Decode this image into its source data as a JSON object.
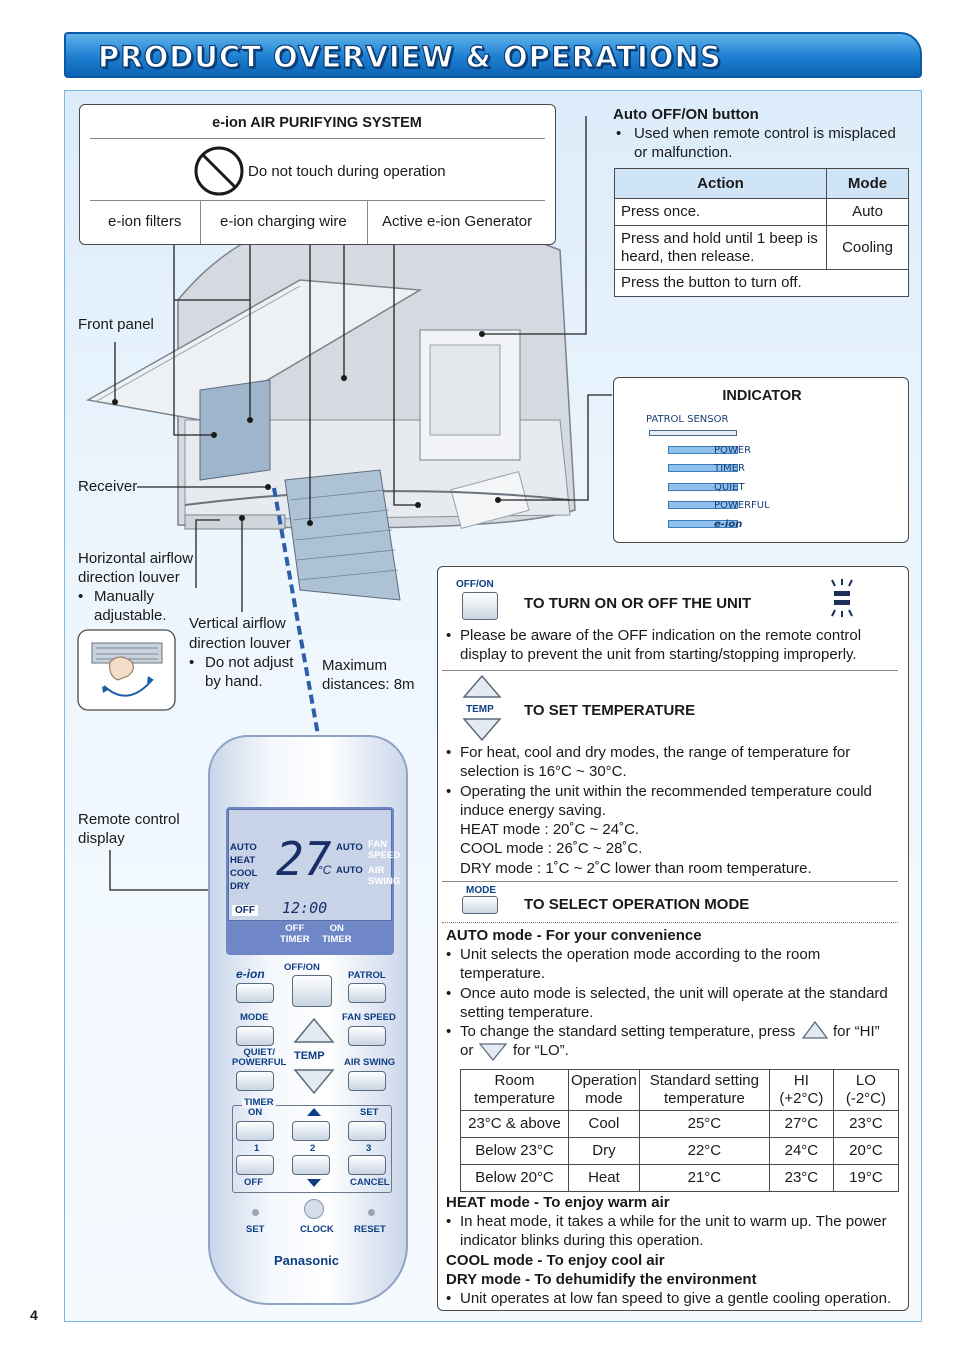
{
  "page": {
    "title": "PRODUCT OVERVIEW & OPERATIONS",
    "page_number": "4"
  },
  "eion_box": {
    "title": "e-ion AIR PURIFYING SYSTEM",
    "warning": "Do not touch during operation",
    "parts": [
      "e-ion filters",
      "e-ion charging wire",
      "Active e-ion Generator"
    ]
  },
  "labels": {
    "front_panel": "Front panel",
    "receiver": "Receiver",
    "h_louver_1": "Horizontal airflow",
    "h_louver_2": "direction louver",
    "h_louver_b1": "Manually",
    "h_louver_b2": "adjustable.",
    "v_louver_1": "Vertical airflow",
    "v_louver_2": "direction louver",
    "v_louver_b1": "Do not adjust",
    "v_louver_b2": "by hand.",
    "max_dist_1": "Maximum",
    "max_dist_2": "distances: 8m",
    "rc_display_1": "Remote control",
    "rc_display_2": "display"
  },
  "auto_button": {
    "title": "Auto OFF/ON button",
    "bullet_1": "Used when remote control is misplaced",
    "bullet_2": "or malfunction.",
    "headers": {
      "action": "Action",
      "mode": "Mode"
    },
    "rows": [
      {
        "action": "Press once.",
        "mode": "Auto"
      },
      {
        "action": "Press and hold until 1 beep is heard, then release.",
        "mode": "Cooling"
      },
      {
        "action": "Press the button to turn off.",
        "mode": ""
      }
    ]
  },
  "indicator": {
    "title": "INDICATOR",
    "patrol": "PATROL SENSOR",
    "items": [
      "POWER",
      "TIMER",
      "QUIET",
      "POWERFUL",
      "e-ion"
    ]
  },
  "remote": {
    "display_modes": [
      "AUTO",
      "HEAT",
      "COOL",
      "DRY"
    ],
    "temp": "27",
    "unit": "°C",
    "fan": [
      "FAN",
      "SPEED"
    ],
    "air": [
      "AIR",
      "SWING"
    ],
    "auto": "AUTO",
    "off": "OFF",
    "clock": "12:00",
    "off_timer": [
      "OFF",
      "TIMER"
    ],
    "on_timer": [
      "ON",
      "TIMER"
    ],
    "eion": "e-ion",
    "offon": "OFF/ON",
    "patrol": "PATROL",
    "mode": "MODE",
    "fan_speed": "FAN SPEED",
    "quiet": [
      "QUIET/",
      "POWERFUL"
    ],
    "temp_label": "TEMP",
    "air_swing": "AIR SWING",
    "timer": "TIMER",
    "on": "ON",
    "set": "SET",
    "n1": "1",
    "n2": "2",
    "n3": "3",
    "off_btn": "OFF",
    "cancel": "CANCEL",
    "set_b": "SET",
    "clock_b": "CLOCK",
    "reset": "RESET",
    "brand": "Panasonic"
  },
  "ops": {
    "onoff": {
      "button": "OFF/ON",
      "title": "TO TURN ON OR OFF THE UNIT",
      "bullets": [
        "Please be aware of the OFF indication on the remote control display to prevent the unit from starting/stopping improperly."
      ]
    },
    "temp": {
      "button": "TEMP",
      "title": "TO SET TEMPERATURE",
      "bullets": [
        "For heat, cool and dry modes, the range of temperature for selection is 16°C ~ 30°C.",
        "Operating the unit within the recommended temperature could induce energy saving."
      ],
      "lines": [
        "HEAT mode : 20˚C ~ 24˚C.",
        "COOL mode : 26˚C ~ 28˚C.",
        "DRY mode : 1˚C ~ 2˚C lower than room temperature."
      ]
    },
    "mode": {
      "button": "MODE",
      "title": "TO SELECT OPERATION MODE",
      "auto_head": "AUTO mode - For your convenience",
      "auto_bullets": [
        "Unit selects the operation mode according to the room temperature.",
        "Once auto mode is selected, the unit will operate at the standard setting temperature."
      ],
      "change_1": "To change the standard setting temperature, press",
      "change_2": "for “HI”",
      "change_3": "or",
      "change_4": "for “LO”.",
      "table_headers": [
        "Room temperature",
        "Operation mode",
        "Standard setting temperature",
        "HI (+2°C)",
        "LO (-2°C)"
      ],
      "table_rows": [
        [
          "23°C & above",
          "Cool",
          "25°C",
          "27°C",
          "23°C"
        ],
        [
          "Below 23°C",
          "Dry",
          "22°C",
          "24°C",
          "20°C"
        ],
        [
          "Below 20°C",
          "Heat",
          "21°C",
          "23°C",
          "19°C"
        ]
      ],
      "heat_head": "HEAT mode - To enjoy warm air",
      "heat_bullet": "In heat mode, it takes a while for the unit to warm up. The power indicator blinks during this operation.",
      "cool_head": "COOL mode - To enjoy cool air",
      "dry_head": "DRY mode - To dehumidify the environment",
      "dry_bullet": "Unit operates at low fan speed to give a gentle cooling operation."
    }
  },
  "colors": {
    "banner": "#1d7fd1",
    "frame_bg": "#e6f1fb",
    "remote_body": "#eef3fa",
    "remote_lcd": "#8fa6dd"
  }
}
